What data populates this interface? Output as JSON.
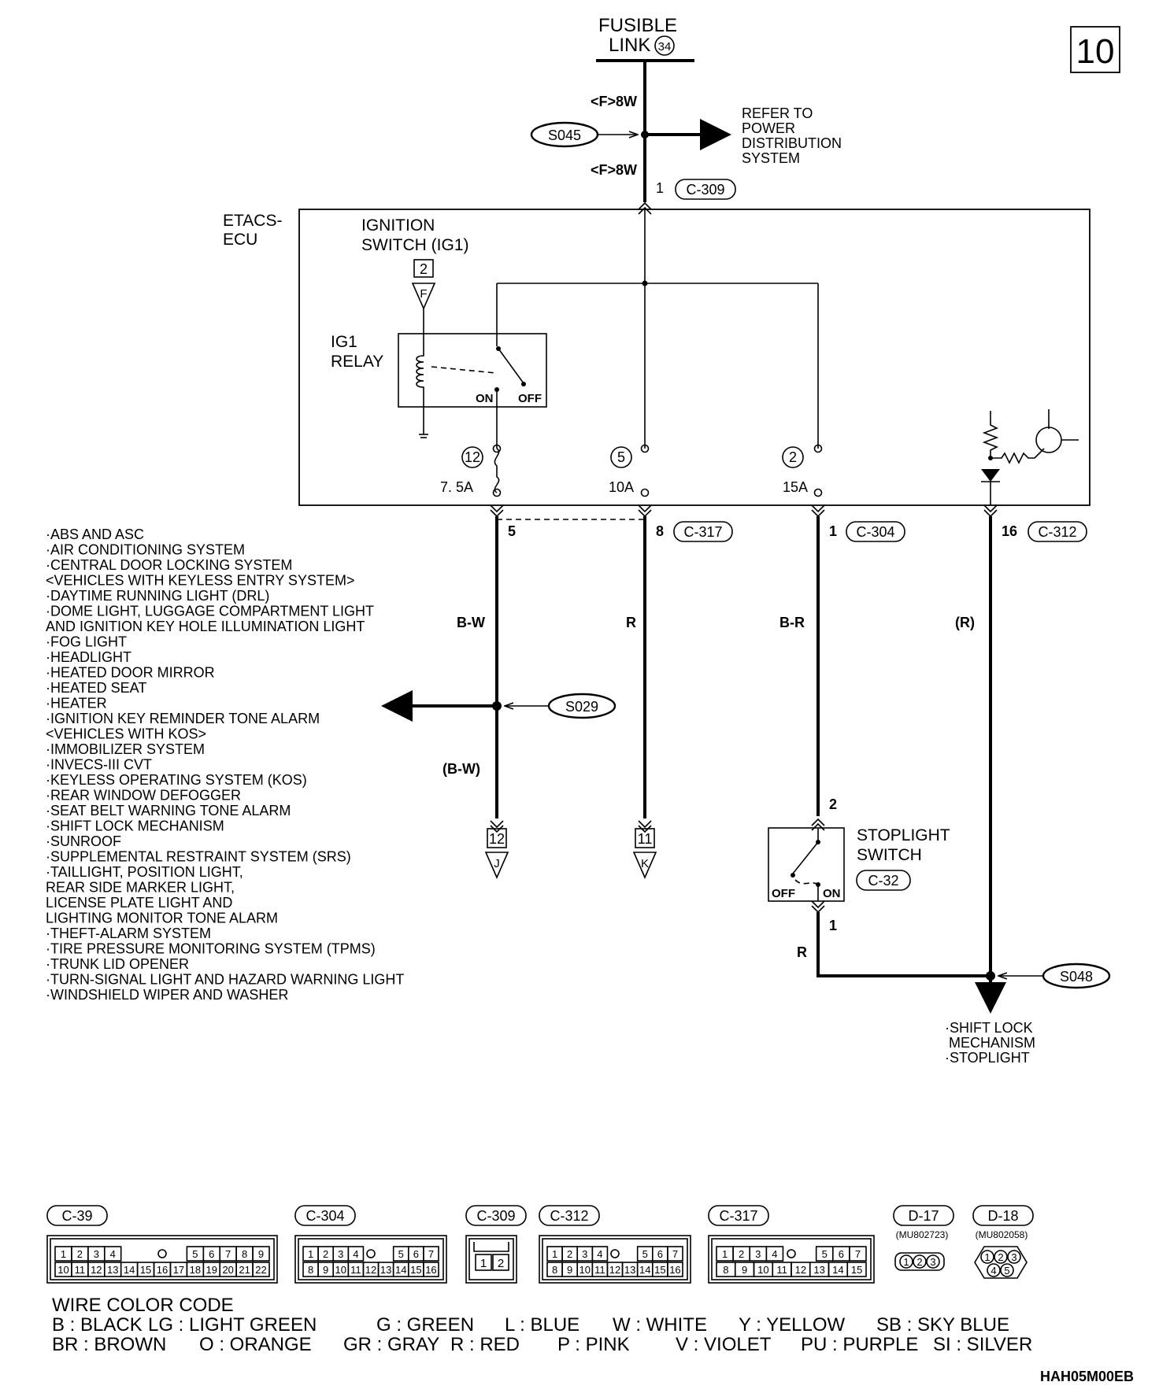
{
  "page_number": "10",
  "fusible_link": {
    "line1": "FUSIBLE",
    "line2": "LINK",
    "number": "34"
  },
  "wire_top": {
    "upper": "<F>8W",
    "lower": "<F>8W"
  },
  "splices": {
    "s045": "S045",
    "s029": "S029",
    "s048": "S048"
  },
  "refer_to": [
    "REFER TO",
    "POWER",
    "DISTRIBUTION",
    "SYSTEM"
  ],
  "connectors": {
    "c309_pin": "1",
    "c309": "C-309",
    "c317_pin5": "5",
    "c317_pin8": "8",
    "c317": "C-317",
    "c304_pin": "1",
    "c304": "C-304",
    "c312_pin": "16",
    "c312": "C-312",
    "c32": "C-32",
    "c32_pin2": "2",
    "c32_pin1": "1"
  },
  "etacs": {
    "line1": "ETACS-",
    "line2": "ECU"
  },
  "ignition_switch": {
    "line1": "IGNITION",
    "line2": "SWITCH (IG1)",
    "pin": "2",
    "letter": "F"
  },
  "ig1_relay": {
    "line1": "IG1",
    "line2": "RELAY",
    "on": "ON",
    "off": "OFF"
  },
  "fuses": [
    {
      "number": "12",
      "rating": "7. 5A"
    },
    {
      "number": "5",
      "rating": "10A"
    },
    {
      "number": "2",
      "rating": "15A"
    }
  ],
  "wire_colors": {
    "bw": "B-W",
    "r": "R",
    "br": "B-R",
    "r_paren": "(R)",
    "bw_paren": "(B-W)",
    "r_lower": "R"
  },
  "terminals": [
    {
      "pin": "12",
      "letter": "J"
    },
    {
      "pin": "11",
      "letter": "K"
    }
  ],
  "stoplight_switch": {
    "line1": "STOPLIGHT",
    "line2": "SWITCH",
    "off": "OFF",
    "on": "ON"
  },
  "systems_list": [
    "·ABS AND ASC",
    "·AIR CONDITIONING SYSTEM",
    "·CENTRAL DOOR LOCKING SYSTEM",
    " <VEHICLES WITH KEYLESS ENTRY SYSTEM>",
    "·DAYTIME RUNNING LIGHT (DRL)",
    "·DOME LIGHT, LUGGAGE COMPARTMENT LIGHT",
    " AND IGNITION KEY HOLE ILLUMINATION LIGHT",
    "·FOG LIGHT",
    "·HEADLIGHT",
    "·HEATED DOOR MIRROR",
    "·HEATED SEAT",
    "·HEATER",
    "·IGNITION KEY REMINDER TONE ALARM",
    " <VEHICLES WITH KOS>",
    "·IMMOBILIZER SYSTEM",
    "·INVECS-III CVT",
    "·KEYLESS OPERATING SYSTEM (KOS)",
    "·REAR WINDOW DEFOGGER",
    "·SEAT BELT WARNING TONE ALARM",
    "·SHIFT LOCK MECHANISM",
    "·SUNROOF",
    "·SUPPLEMENTAL RESTRAINT SYSTEM (SRS)",
    "·TAILLIGHT, POSITION LIGHT,",
    " REAR SIDE MARKER LIGHT,",
    " LICENSE PLATE LIGHT AND",
    " LIGHTING MONITOR TONE ALARM",
    "·THEFT-ALARM SYSTEM",
    "·TIRE PRESSURE MONITORING SYSTEM (TPMS)",
    "·TRUNK LID OPENER",
    "·TURN-SIGNAL LIGHT AND HAZARD WARNING LIGHT",
    "·WINDSHIELD WIPER AND WASHER"
  ],
  "shift_lock_list": [
    "·SHIFT LOCK",
    " MECHANISM",
    "·STOPLIGHT"
  ],
  "connector_views": [
    {
      "id": "C-39",
      "pins_top": [
        "1",
        "2",
        "3",
        "4",
        "5",
        "6",
        "7",
        "8",
        "9"
      ],
      "pins_bottom": [
        "10",
        "11",
        "12",
        "13",
        "14",
        "15",
        "16",
        "17",
        "18",
        "19",
        "20",
        "21",
        "22"
      ]
    },
    {
      "id": "C-304",
      "pins_top": [
        "1",
        "2",
        "3",
        "4",
        "5",
        "6",
        "7"
      ],
      "pins_bottom": [
        "8",
        "9",
        "10",
        "11",
        "12",
        "13",
        "14",
        "15",
        "16"
      ]
    },
    {
      "id": "C-309",
      "pins_top": [
        "1",
        "2"
      ],
      "pins_bottom": []
    },
    {
      "id": "C-312",
      "pins_top": [
        "1",
        "2",
        "3",
        "4",
        "5",
        "6",
        "7"
      ],
      "pins_bottom": [
        "8",
        "9",
        "10",
        "11",
        "12",
        "13",
        "14",
        "15",
        "16"
      ]
    },
    {
      "id": "C-317",
      "pins_top": [
        "1",
        "2",
        "3",
        "4",
        "5",
        "6",
        "7"
      ],
      "pins_bottom": [
        "8",
        "9",
        "10",
        "11",
        "12",
        "13",
        "14",
        "15"
      ]
    },
    {
      "id": "D-17",
      "part": "(MU802723)",
      "pins_top": [
        "1",
        "2",
        "3"
      ],
      "pins_bottom": []
    },
    {
      "id": "D-18",
      "part": "(MU802058)",
      "pins_top": [
        "1",
        "2",
        "3"
      ],
      "pins_bottom": [
        "4",
        "5"
      ]
    }
  ],
  "wire_color_code": {
    "title": "WIRE COLOR CODE",
    "row1": [
      "B : BLACK",
      "LG : LIGHT GREEN",
      "G : GREEN",
      "L : BLUE",
      "W : WHITE",
      "Y : YELLOW",
      "SB : SKY BLUE"
    ],
    "row2": [
      "BR : BROWN",
      "O : ORANGE",
      "GR : GRAY",
      "R : RED",
      "P : PINK",
      "V : VIOLET",
      "PU : PURPLE",
      "SI : SILVER"
    ]
  },
  "figure_code": "HAH05M00EB"
}
